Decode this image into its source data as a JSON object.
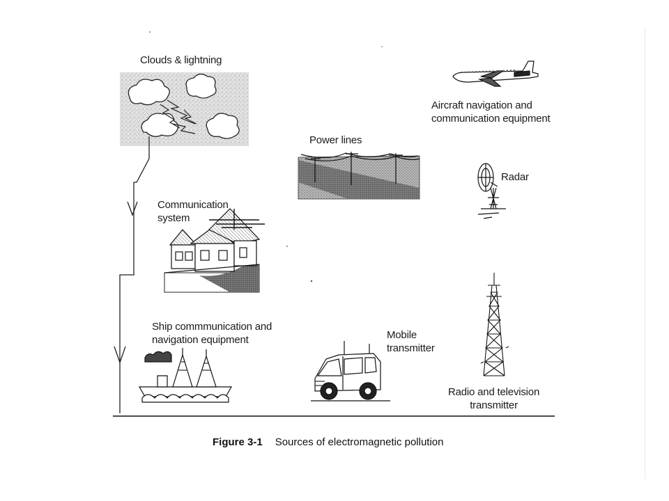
{
  "labels": {
    "clouds": [
      "Clouds & lightning"
    ],
    "aircraft": [
      "Aircraft navigation and",
      "communication equipment"
    ],
    "power_lines": [
      "Power lines"
    ],
    "radar": [
      "Radar"
    ],
    "communication_system": [
      "Communication",
      "system"
    ],
    "ship": [
      "Ship commmunication and",
      "navigation equipment"
    ],
    "mobile": [
      "Mobile",
      "transmitter"
    ],
    "radio_tv": [
      "Radio and television",
      "transmitter"
    ]
  },
  "caption": {
    "number": "Figure 3-1",
    "text": "Sources of electromagnetic pollution"
  }
}
